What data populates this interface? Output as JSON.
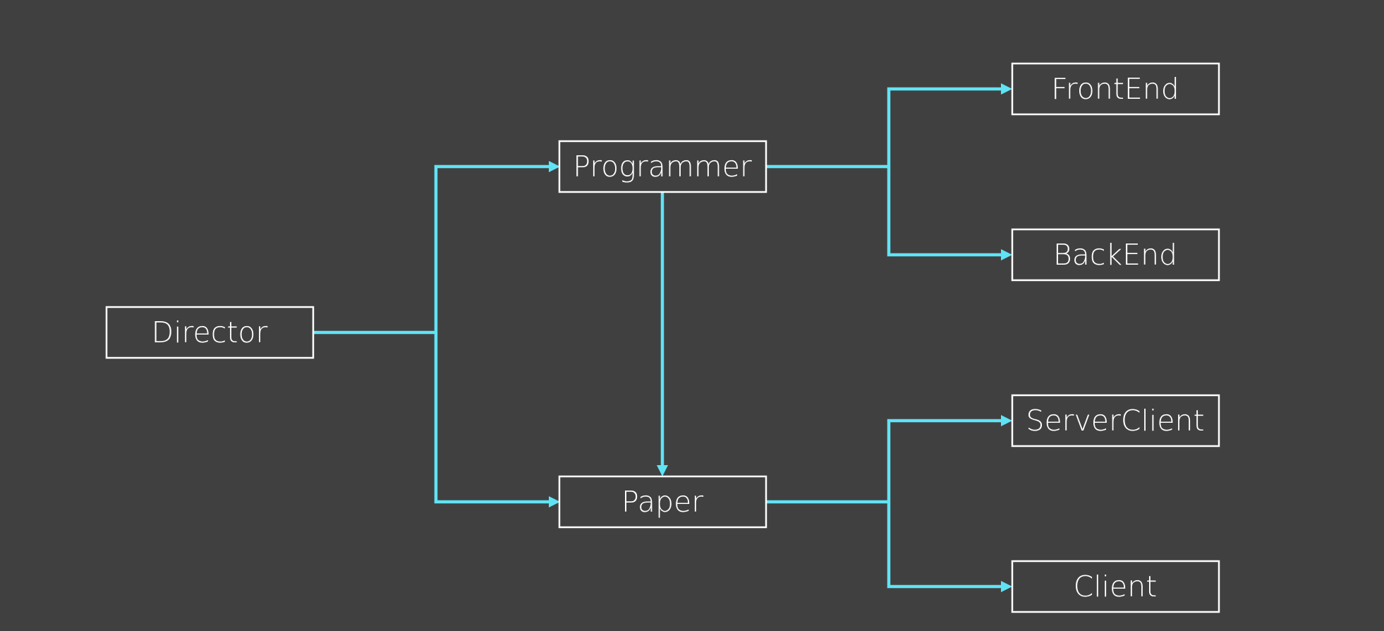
{
  "diagram": {
    "background": "#404040",
    "edge_color": "#5fe4f5",
    "node_border_color": "#ffffff",
    "text_color": "#ffffff",
    "nodes": {
      "director": "Director",
      "programmer": "Programmer",
      "paper": "Paper",
      "frontend": "FrontEnd",
      "backend": "BackEnd",
      "serverclient": "ServerClient",
      "client": "Client"
    },
    "edges": [
      {
        "from": "Director",
        "to": "Programmer"
      },
      {
        "from": "Director",
        "to": "Paper"
      },
      {
        "from": "Programmer",
        "to": "Paper"
      },
      {
        "from": "Programmer",
        "to": "FrontEnd"
      },
      {
        "from": "Programmer",
        "to": "BackEnd"
      },
      {
        "from": "Paper",
        "to": "ServerClient"
      },
      {
        "from": "Paper",
        "to": "Client"
      }
    ]
  }
}
